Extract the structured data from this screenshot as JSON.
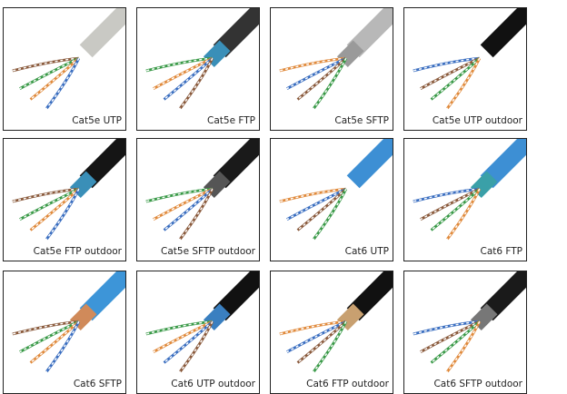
{
  "cables": [
    {
      "label": "Cat5e UTP",
      "jacket": "#c9c9c4",
      "shield": "none"
    },
    {
      "label": "Cat5e FTP",
      "jacket": "#333",
      "shield": "#3a8fb8"
    },
    {
      "label": "Cat5e SFTP",
      "jacket": "#b8b8b8",
      "shield": "#9a9a9a"
    },
    {
      "label": "Cat5e UTP outdoor",
      "jacket": "#111",
      "shield": "none"
    },
    {
      "label": "Cat5e FTP outdoor",
      "jacket": "#151515",
      "shield": "#3a8fb8"
    },
    {
      "label": "Cat5e SFTP outdoor",
      "jacket": "#1a1a1a",
      "shield": "#555"
    },
    {
      "label": "Cat6 UTP",
      "jacket": "#3d8fd4",
      "shield": "none"
    },
    {
      "label": "Cat6 FTP",
      "jacket": "#3d8fd4",
      "shield": "#3aa0a8"
    },
    {
      "label": "Cat6 SFTP",
      "jacket": "#3d95d8",
      "shield": "#d08a5a"
    },
    {
      "label": "Cat6 UTP outdoor",
      "jacket": "#111",
      "shield": "#3a7fc0"
    },
    {
      "label": "Cat6 FTP outdoor",
      "jacket": "#111",
      "shield": "#c8a070"
    },
    {
      "label": "Cat6 SFTP outdoor",
      "jacket": "#1a1a1a",
      "shield": "#777"
    }
  ],
  "wire_colors": [
    "#8a5a3c",
    "#3a9a48",
    "#e08a3c",
    "#3a6ec0"
  ]
}
